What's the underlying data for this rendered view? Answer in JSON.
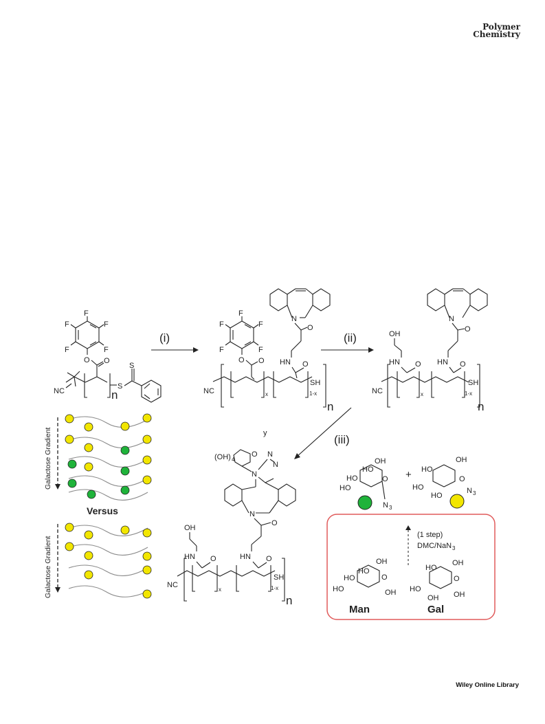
{
  "journal": {
    "line1": "Polymer",
    "line2": "Chemistry"
  },
  "footer": {
    "text": "Wiley Online Library"
  },
  "steps": {
    "i": "(i)",
    "ii": "(ii)",
    "iii": "(iii)"
  },
  "atoms": {
    "F": "F",
    "O": "O",
    "S": "S",
    "N": "N",
    "NC": "NC",
    "SH": "SH",
    "HN": "HN",
    "OH": "OH",
    "HO": "HO",
    "n": "n",
    "x": "x",
    "one_minus_x": "1-x",
    "OH4": "(OH)",
    "OH4_sub": "4",
    "y": "y",
    "N3": "N",
    "N3_sub": "3",
    "plus": "+"
  },
  "legend": {
    "gradient_top": "Galactose Gradient",
    "gradient_bottom": "Galactose Gradient",
    "versus": "Versus"
  },
  "inset": {
    "step_label": "(1 step)",
    "reagent": "DMC/NaN",
    "reagent_sub": "3",
    "man": "Man",
    "gal": "Gal"
  },
  "colors": {
    "mannose": "#1fb33a",
    "galactose": "#f2e600",
    "inset_border": "#e05a5a"
  }
}
